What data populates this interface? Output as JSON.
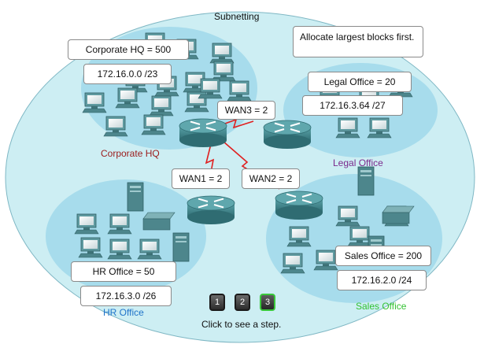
{
  "title": "Subnetting",
  "note": "Allocate largest blocks first.",
  "hq": {
    "count": "Corporate HQ = 500",
    "subnet": "172.16.0.0 /23",
    "label": "Corporate HQ"
  },
  "legal": {
    "count": "Legal Office = 20",
    "subnet": "172.16.3.64 /27",
    "label": "Legal Office"
  },
  "hr": {
    "count": "HR Office = 50",
    "subnet": "172.16.3.0 /26",
    "label": "HR Office"
  },
  "sales": {
    "count": "Sales Office = 200",
    "subnet": "172.16.2.0 /24",
    "label": "Sales Office"
  },
  "wan": {
    "wan1": "WAN1 = 2",
    "wan2": "WAN2 = 2",
    "wan3": "WAN3 = 2"
  },
  "steps": {
    "labels": [
      "1",
      "2",
      "3"
    ],
    "active": "3",
    "caption": "Click to see a step."
  },
  "colors": {
    "outer_fill": "#cdeef3",
    "office_fill": "#a7dcec",
    "hq_label": "#9b1b1b",
    "legal_label": "#7a2a8c",
    "hr_label": "#1f73c9",
    "sales_label": "#33c233",
    "wan_link": "#e02020",
    "router": "#3c7f86",
    "computer": "#5f9aa0"
  },
  "icons": [
    "router-icon",
    "computer-icon",
    "server-icon",
    "printer-icon"
  ]
}
